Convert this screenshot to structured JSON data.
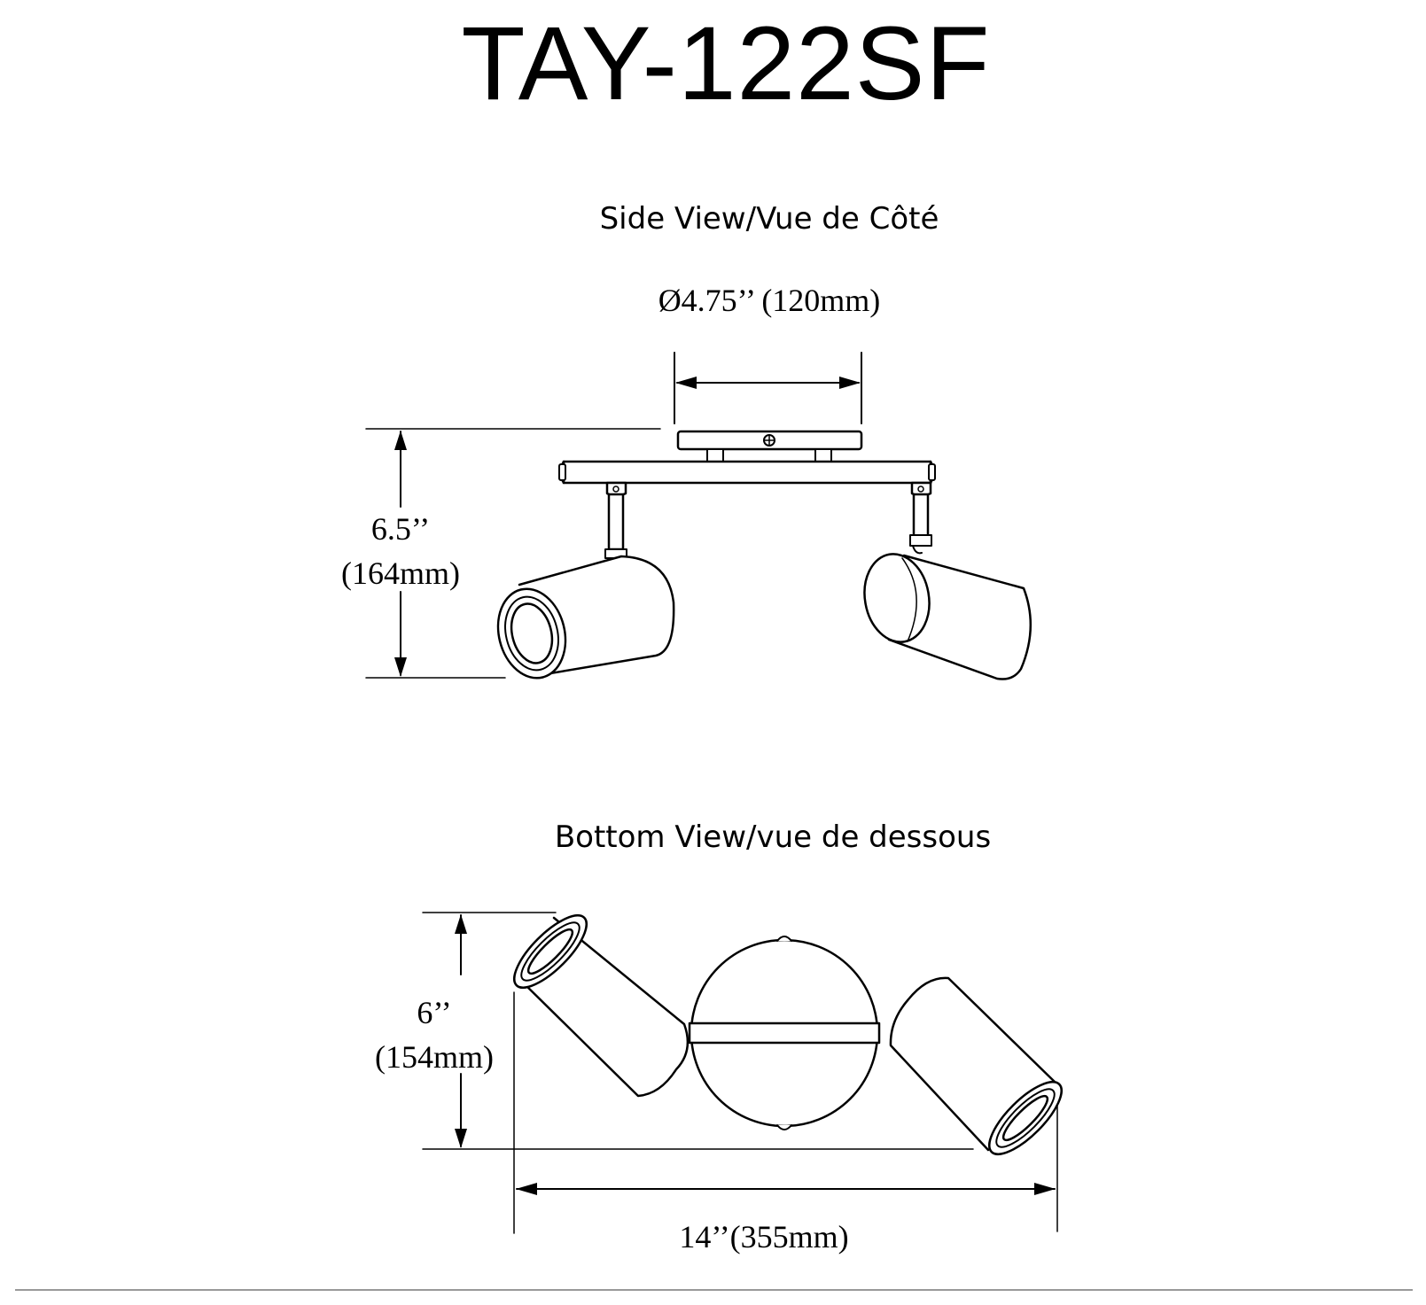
{
  "title": "TAY-122SF",
  "side_view": {
    "label": "Side View/Vue de Côté",
    "canopy_diameter": "Ø4.75’’ (120mm)",
    "height_in": "6.5’’",
    "height_mm": "(164mm)"
  },
  "bottom_view": {
    "label": "Bottom View/vue de dessous",
    "depth_in": "6’’",
    "depth_mm": "(154mm)",
    "width": "14’’(355mm)"
  },
  "colors": {
    "line": "#000000",
    "background": "#ffffff",
    "footer_rule": "#999999"
  }
}
